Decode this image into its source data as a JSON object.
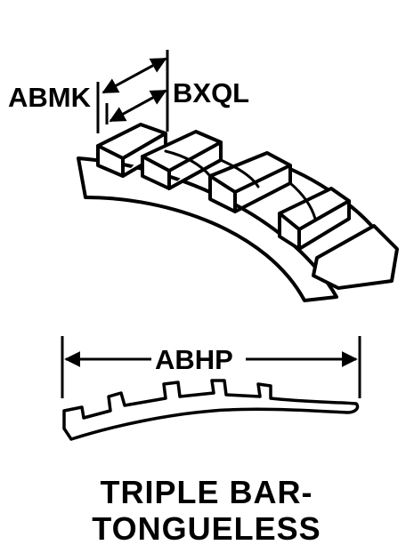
{
  "labels": {
    "width_outer": "ABMK",
    "width_inner": "BXQL",
    "overall_length": "ABHP"
  },
  "caption": {
    "line1": "TRIPLE BAR-",
    "line2": "TONGUELESS"
  },
  "colors": {
    "ink": "#000000",
    "paper": "#ffffff"
  }
}
